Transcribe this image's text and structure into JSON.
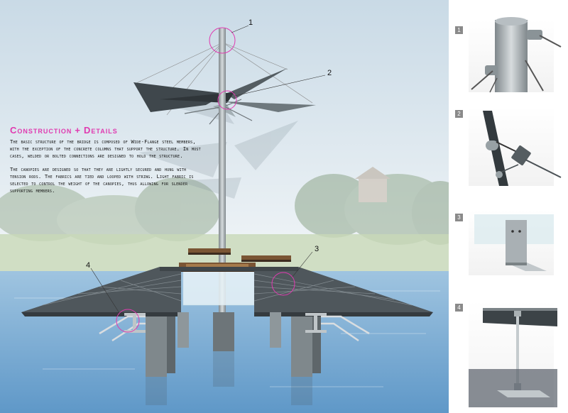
{
  "heading": {
    "word1": "Construction",
    "plus": "+",
    "word2": "Details"
  },
  "paragraphs": [
    "The basic structure of the bridge is composed of Wide-Flange steel members, with the exception of the concrete columns that support the structure. In most cases, welded or bolted connections are designed to hold the structure.",
    "The canopies are designed so that they are lightly secured and hung with tension rods. The fabrics are tied and looped with string. Light fabric is selected to control the weight of the canopies, thus allowing for slender supporting members."
  ],
  "callouts": [
    "1",
    "2",
    "3",
    "4"
  ],
  "panels": [
    "1",
    "2",
    "3",
    "4"
  ],
  "colors": {
    "accent": "#e03ab0",
    "sky": "#dfe9ef",
    "water": "#7fb0d6",
    "deck": "#4f575c",
    "steel": "#9aa2a6"
  }
}
